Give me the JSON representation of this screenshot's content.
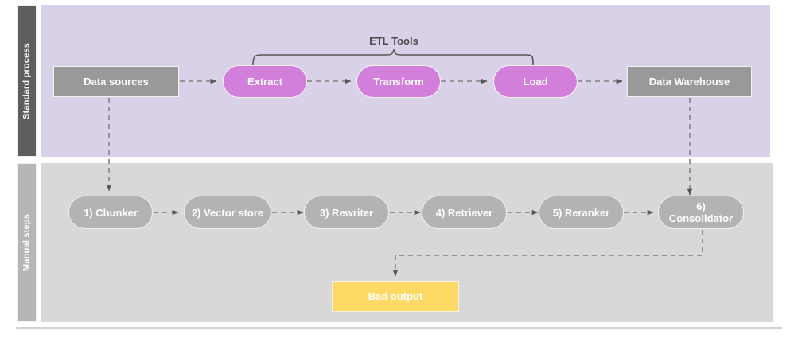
{
  "diagram": {
    "type": "swimlane-flowchart",
    "lanes": [
      {
        "id": "standard",
        "label": "Standard process",
        "background": "#d8d1e8",
        "label_background": "#5e5e5e"
      },
      {
        "id": "manual",
        "label": "Manual steps",
        "background": "#d8d8d8",
        "label_background": "#b6b6b6"
      }
    ],
    "annotations": {
      "etl_bracket_label": "ETL Tools"
    },
    "nodes": {
      "standard": [
        {
          "id": "data-sources",
          "label": "Data sources",
          "shape": "rect",
          "color": "#999999"
        },
        {
          "id": "extract",
          "label": "Extract",
          "shape": "pill",
          "color": "#d27fdb"
        },
        {
          "id": "transform",
          "label": "Transform",
          "shape": "pill",
          "color": "#d27fdb"
        },
        {
          "id": "load",
          "label": "Load",
          "shape": "pill",
          "color": "#d27fdb"
        },
        {
          "id": "data-warehouse",
          "label": "Data Warehouse",
          "shape": "rect",
          "color": "#999999"
        }
      ],
      "manual": [
        {
          "id": "chunker",
          "label": "1) Chunker",
          "shape": "pill",
          "color": "#b3b3b3"
        },
        {
          "id": "vector-store",
          "label": "2) Vector store",
          "shape": "pill",
          "color": "#b3b3b3"
        },
        {
          "id": "rewriter",
          "label": "3) Rewriter",
          "shape": "pill",
          "color": "#b3b3b3"
        },
        {
          "id": "retriever",
          "label": "4) Retriever",
          "shape": "pill",
          "color": "#b3b3b3"
        },
        {
          "id": "reranker",
          "label": "5) Reranker",
          "shape": "pill",
          "color": "#b3b3b3"
        },
        {
          "id": "consolidator",
          "label": "6) Consolidator",
          "shape": "pill",
          "color": "#b3b3b3"
        },
        {
          "id": "bad-output",
          "label": "Bad output",
          "shape": "rect",
          "color": "#ffd966"
        }
      ]
    },
    "edges": [
      {
        "from": "data-sources",
        "to": "extract",
        "style": "dashed"
      },
      {
        "from": "extract",
        "to": "transform",
        "style": "dashed"
      },
      {
        "from": "transform",
        "to": "load",
        "style": "dashed"
      },
      {
        "from": "load",
        "to": "data-warehouse",
        "style": "dashed"
      },
      {
        "from": "data-warehouse",
        "to": "consolidator",
        "style": "dashed"
      },
      {
        "from": "data-sources",
        "to": "chunker",
        "style": "dashed"
      },
      {
        "from": "chunker",
        "to": "vector-store",
        "style": "dashed"
      },
      {
        "from": "vector-store",
        "to": "rewriter",
        "style": "dashed"
      },
      {
        "from": "rewriter",
        "to": "retriever",
        "style": "dashed"
      },
      {
        "from": "retriever",
        "to": "reranker",
        "style": "dashed"
      },
      {
        "from": "reranker",
        "to": "consolidator",
        "style": "dashed"
      },
      {
        "from": "consolidator",
        "to": "bad-output",
        "style": "dashed"
      }
    ]
  }
}
